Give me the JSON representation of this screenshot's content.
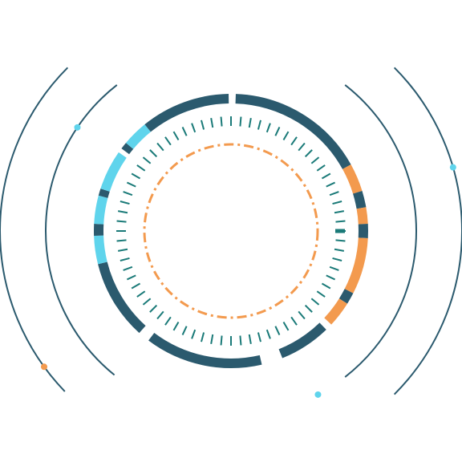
{
  "colors": {
    "background": "#ffffff",
    "navy": "#2b5a6e",
    "orange": "#f39a4e",
    "cyan": "#5fd4ec",
    "tick": "#1a7a78"
  },
  "graphic": {
    "description_items": [
      "outer-arc-lines",
      "segmented-ring",
      "tick-ring",
      "dash-dot-ring",
      "accent-dots"
    ]
  }
}
